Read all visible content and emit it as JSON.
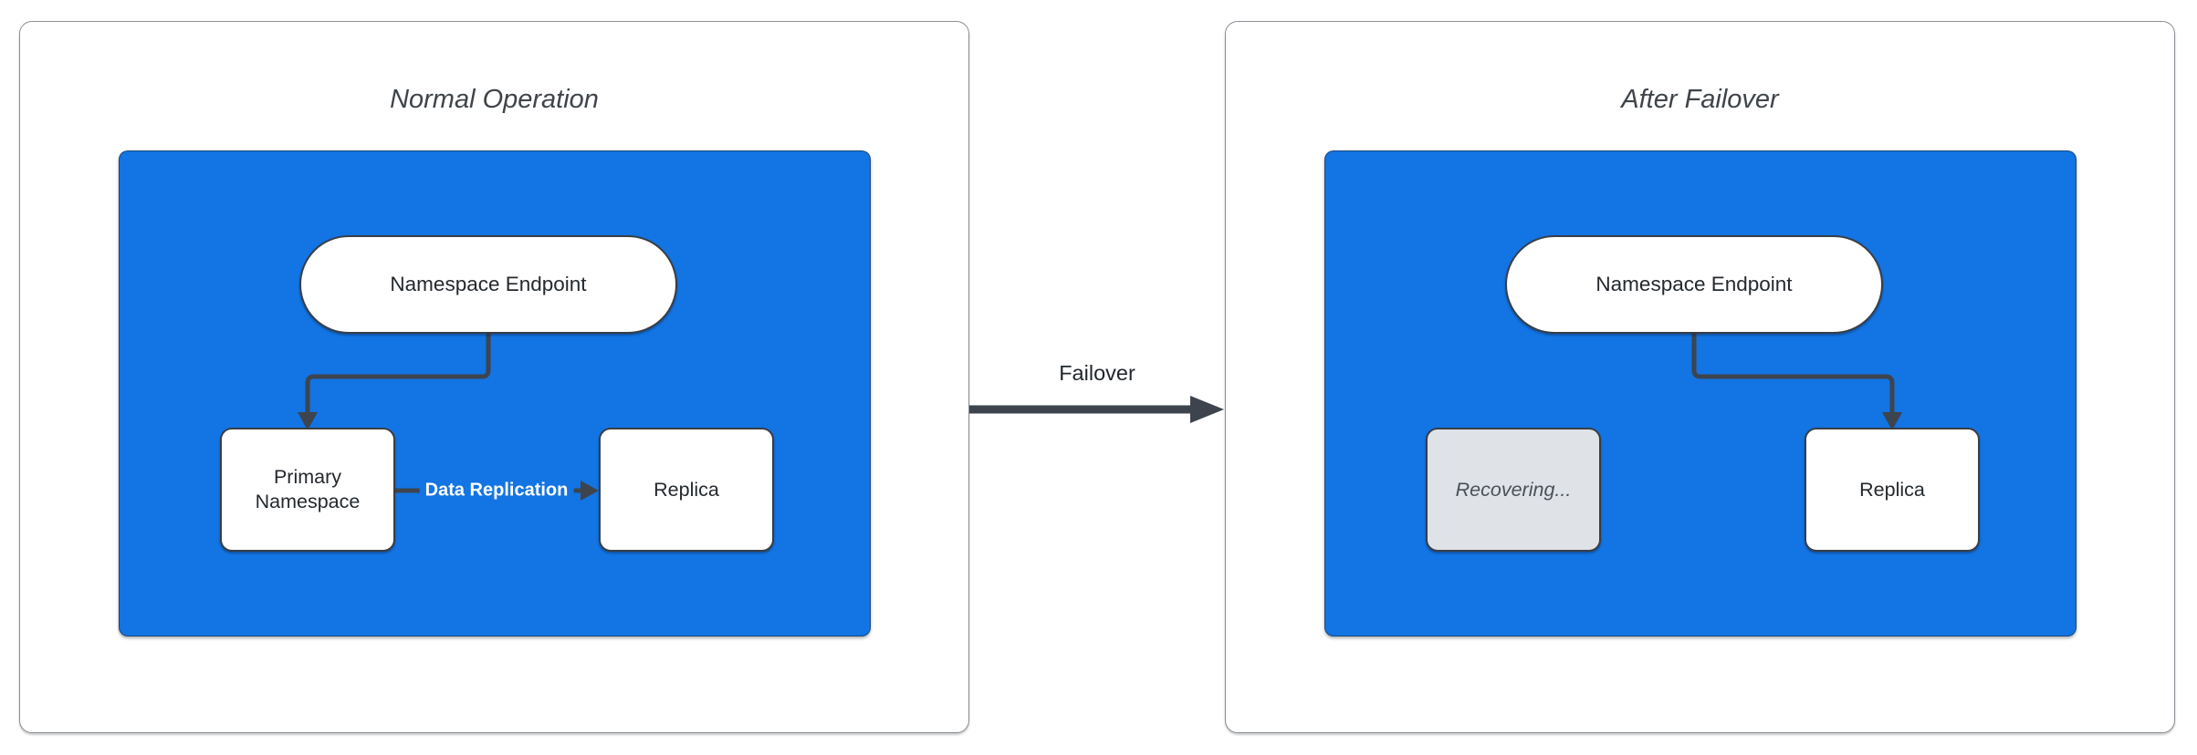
{
  "colors": {
    "blue": "#1374E3",
    "dark": "#3E444E",
    "nodeBorder": "#383E46",
    "grayFill": "#DFE2E6",
    "textDark": "#24292E",
    "mutedText": "#4A5057",
    "panelBorder": "#8A9096",
    "titleText": "#3F444A"
  },
  "diagram": {
    "failover_label": "Failover",
    "panels": [
      {
        "title": "Normal Operation",
        "endpoint_label": "Namespace Endpoint",
        "primary_label": "Primary Namespace",
        "replica_label": "Replica",
        "replication_label": "Data Replication"
      },
      {
        "title": "After Failover",
        "endpoint_label": "Namespace Endpoint",
        "recovering_label": "Recovering...",
        "replica_label": "Replica"
      }
    ]
  }
}
